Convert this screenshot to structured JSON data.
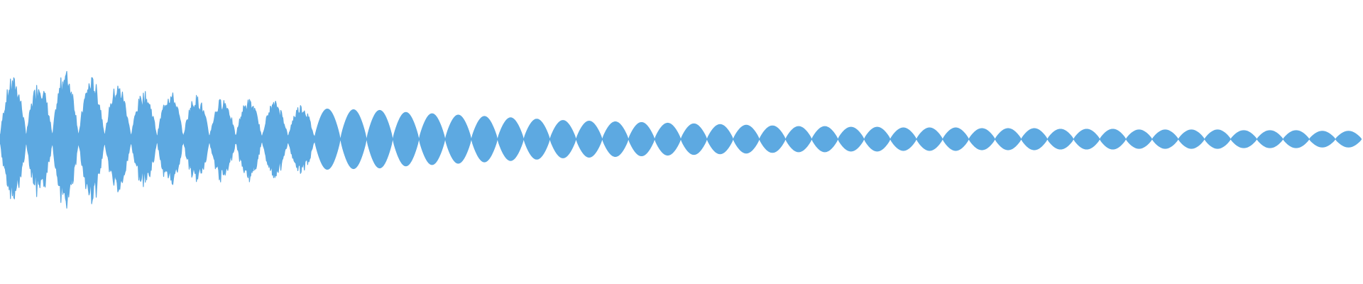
{
  "waveform": {
    "fill_color": "#5DA9E1",
    "background_color": "#FFFFFF",
    "amplitude_envelope": [
      0.85,
      0.8,
      0.95,
      0.85,
      0.76,
      0.65,
      0.66,
      0.6,
      0.57,
      0.55,
      0.52,
      0.48,
      0.45,
      0.44,
      0.43,
      0.4,
      0.38,
      0.36,
      0.34,
      0.32,
      0.3,
      0.28,
      0.27,
      0.26,
      0.25,
      0.24,
      0.23,
      0.22,
      0.21,
      0.2,
      0.19,
      0.19,
      0.18,
      0.18,
      0.17,
      0.17,
      0.17,
      0.16,
      0.16,
      0.16,
      0.15,
      0.15,
      0.15,
      0.14,
      0.14,
      0.14,
      0.14,
      0.13,
      0.13,
      0.13,
      0.12,
      0.12
    ],
    "lobe_count": 52
  }
}
